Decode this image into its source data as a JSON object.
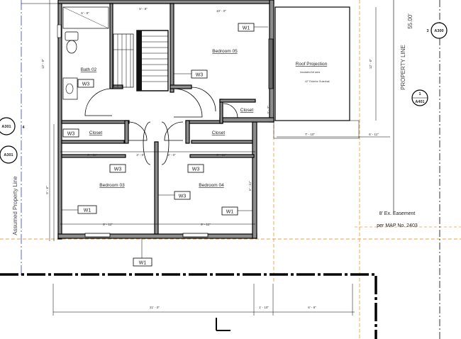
{
  "rooms": {
    "bedroom05": "Bedroom 05",
    "bedroom03": "Bedroom 03",
    "bedroom04": "Bedroom 04",
    "bath02": "Bath 02",
    "closet_a": "Closet",
    "closet_b": "Closet",
    "closet_c": "Closet",
    "roof_projection": "Roof Projection"
  },
  "notes": {
    "roof_note": "Insulated Att area",
    "wall_note": "42\" Exterior Guardrail",
    "easement": "8' Ex. Easement",
    "map_ref": "per MAP No. 2403"
  },
  "window_tags": {
    "w1": "W1",
    "w3": "W3"
  },
  "section_marks": {
    "a300": "A300",
    "n1": "1",
    "a401": "A401",
    "a301_left": "A301",
    "a301_lower": "A301",
    "n3": "3",
    "n4": "4"
  },
  "property_lines": {
    "right": "PROPERTY LINE",
    "right_dim": "55.00'",
    "left": "Assumed Property Line"
  },
  "dimensions": {
    "top_a": "6' - 8\"",
    "top_b": "5' - 8\"",
    "top_c": "10' - 0\"",
    "left_a": "12' - 0\"",
    "left_b": "9' - 6\"",
    "right_a": "12' - 0\"",
    "right_b": "6' - 11\"",
    "mid_roof": "7' - 10\"",
    "mid_right": "6' - 11\"",
    "closet_h": "3' - 3\"",
    "b3_top": "6' - 11\"",
    "b3_mid": "3' - 0\"",
    "b4_mid": "3' - 0\"",
    "b4_top": "6' - 11\"",
    "b3_bot": "9' - 11\"",
    "b4_bot": "9' - 11\"",
    "bot_a": "21' - 0\"",
    "bot_b": "1' - 10\"",
    "bot_c": "6' - 9\""
  }
}
